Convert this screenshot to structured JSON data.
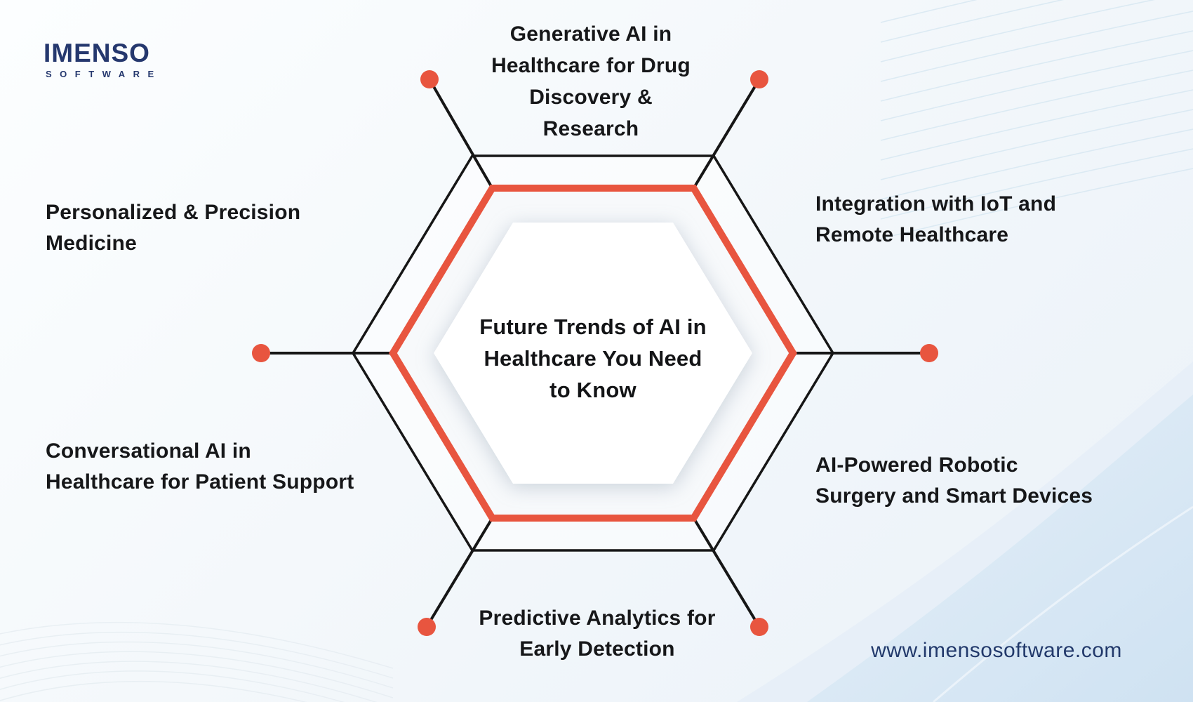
{
  "brand": {
    "logo_text": "IMENSO",
    "logo_subtext": "SOFTWARE"
  },
  "diagram": {
    "center_title": {
      "text": "Future Trends of AI in Healthcare You Need to Know",
      "lines": [
        "Future Trends of AI in",
        "Healthcare You Need",
        "to Know"
      ]
    },
    "nodes": [
      {
        "position": "top",
        "label": "Generative AI in Healthcare for Drug Discovery & Research",
        "lines": [
          "Generative AI in",
          "Healthcare for Drug",
          "Discovery &",
          "Research"
        ]
      },
      {
        "position": "top-right",
        "label": "Integration with IoT and Remote Healthcare",
        "lines": [
          "Integration with IoT and",
          "Remote Healthcare"
        ]
      },
      {
        "position": "bottom-right",
        "label": "AI-Powered Robotic Surgery and Smart Devices",
        "lines": [
          "AI-Powered Robotic",
          "Surgery and Smart Devices"
        ]
      },
      {
        "position": "bottom",
        "label": "Predictive Analytics for Early Detection",
        "lines": [
          "Predictive Analytics for",
          "Early Detection"
        ]
      },
      {
        "position": "bottom-left",
        "label": "Conversational AI in Healthcare for Patient Support",
        "lines": [
          "Conversational AI in",
          "Healthcare for Patient Support"
        ]
      },
      {
        "position": "top-left",
        "label": "Personalized & Precision Medicine",
        "lines": [
          "Personalized & Precision",
          "Medicine"
        ]
      }
    ]
  },
  "footer": {
    "website": "www.imensosoftware.com"
  },
  "colors": {
    "accent_red": "#E8553F",
    "navy": "#25386E",
    "line_black": "#161616",
    "text": "#161719",
    "wave_blue": "#cfe2f2"
  }
}
